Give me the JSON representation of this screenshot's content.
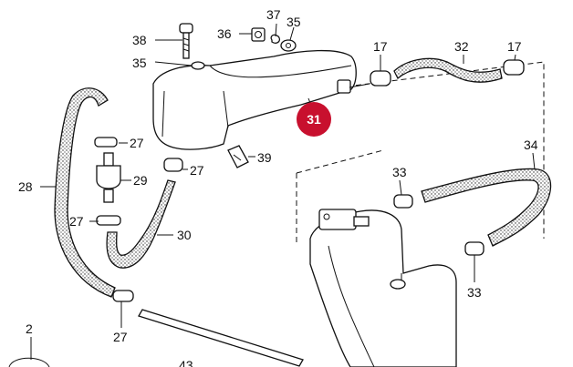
{
  "callouts": {
    "p2": "2",
    "p27a": "27",
    "p27b": "27",
    "p27c": "27",
    "p27d": "27",
    "p28": "28",
    "p29": "29",
    "p30": "30",
    "p31": "31",
    "p32": "32",
    "p33a": "33",
    "p33b": "33",
    "p34": "34",
    "p35a": "35",
    "p35b": "35",
    "p36": "36",
    "p37": "37",
    "p38": "38",
    "p39": "39",
    "p17a": "17",
    "p17b": "17",
    "p43": "43"
  },
  "colors": {
    "highlight": "#c8102e",
    "ink": "#111111"
  }
}
